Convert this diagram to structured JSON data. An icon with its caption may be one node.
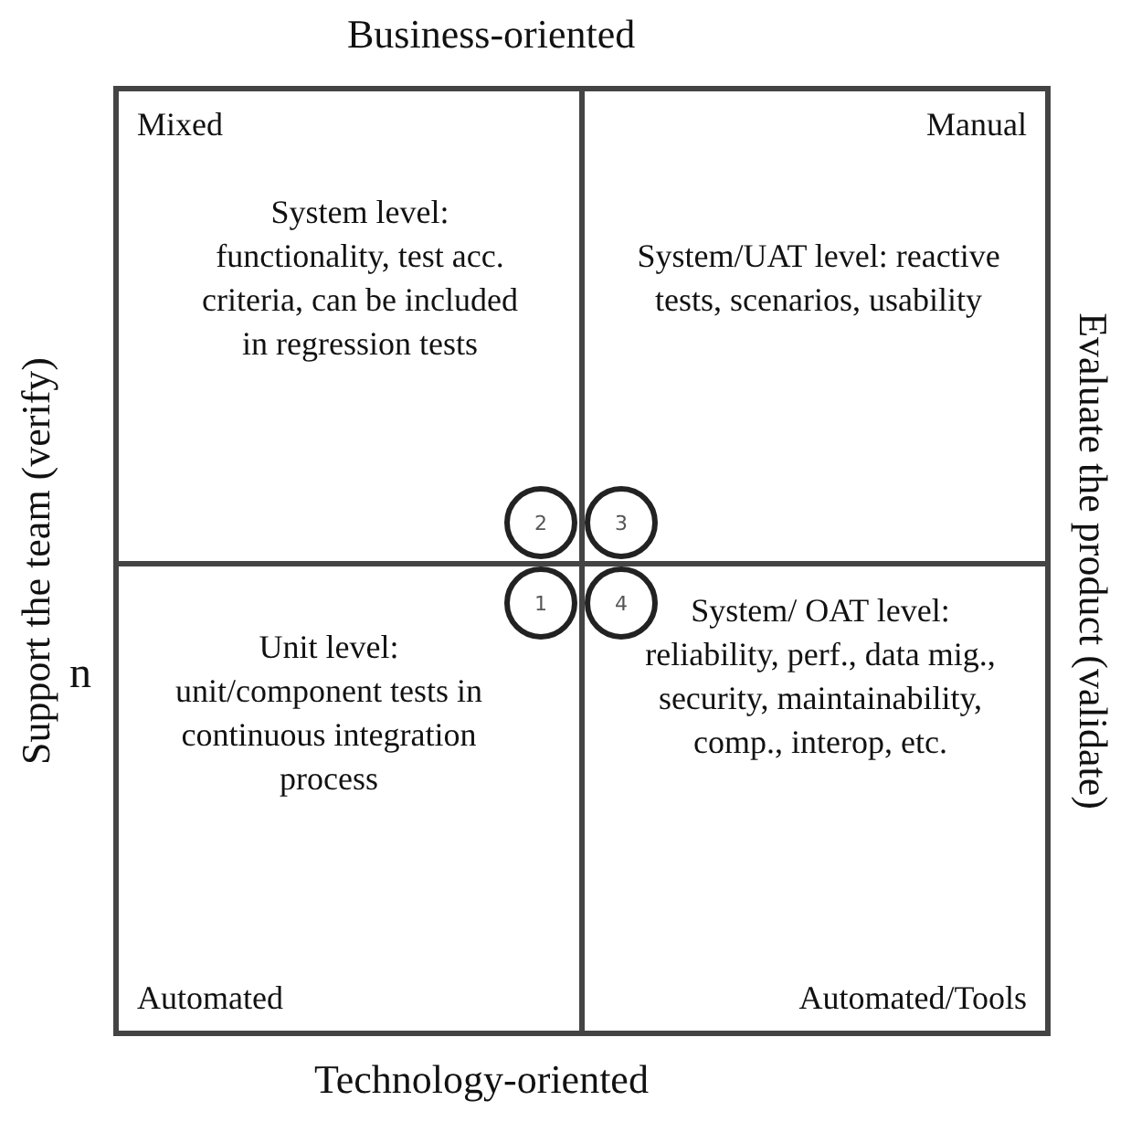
{
  "diagram": {
    "nodes": [
      {
        "text": [
          "Mixed",
          "System level: functionality, test acc. criteria, can be included in regression tests"
        ]
      },
      {
        "text": [
          "Manual",
          "System/UAT level: reactive tests, scenarios, usability"
        ]
      },
      {
        "text": [
          "Unit level: unit/component tests in continuous integration process",
          "Automated"
        ]
      },
      {
        "text": [
          "System/ OAT level: reliability, perf., data mig., security, maintainability, comp., interop, etc.",
          "Automated/Tools"
        ]
      },
      {
        "text": [
          "2"
        ],
        "in": 0
      },
      {
        "text": [
          "3"
        ],
        "in": 1
      },
      {
        "text": [
          "1"
        ],
        "in": 2
      },
      {
        "text": [
          "4"
        ],
        "in": 3
      }
    ],
    "edges": [],
    "labels": [
      "Business-oriented",
      "Support the team (verify)",
      "n",
      "Evaluate the product (validate)",
      "Technology-oriented"
    ]
  }
}
